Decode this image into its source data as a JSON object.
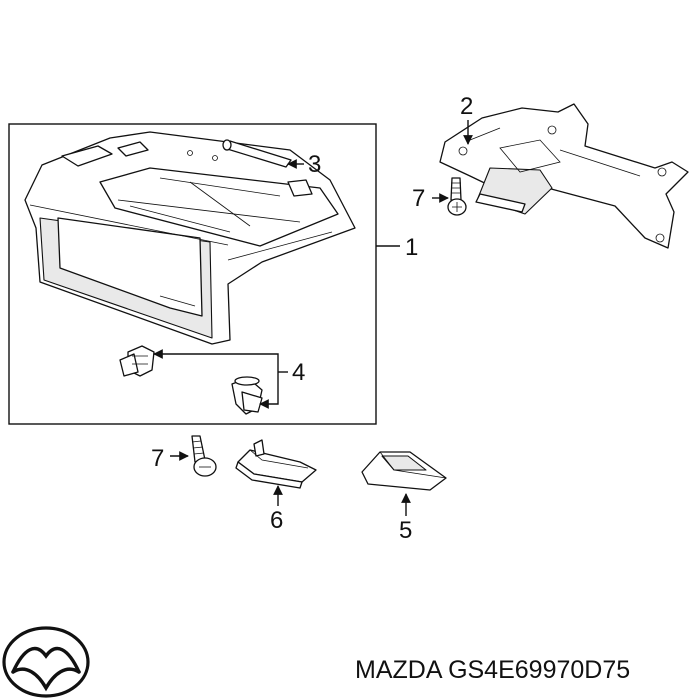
{
  "callouts": {
    "c1": "1",
    "c2": "2",
    "c3": "3",
    "c4": "4",
    "c5": "5",
    "c6": "6",
    "c7a": "7",
    "c7b": "7"
  },
  "caption": {
    "text": "MAZDA GS4E69970D75"
  },
  "logo": {
    "icon": "mazda-logo-icon"
  }
}
